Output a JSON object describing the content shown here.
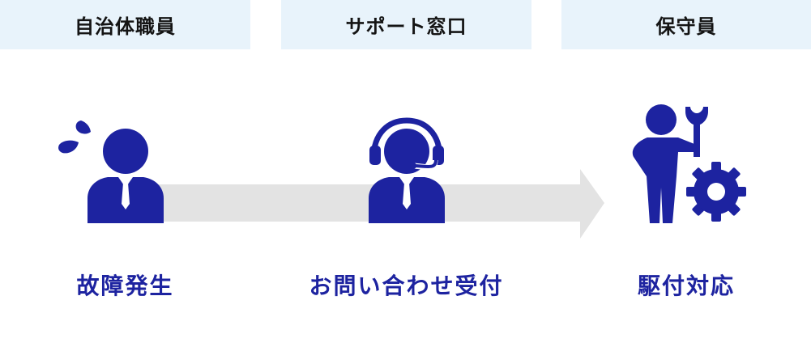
{
  "colors": {
    "header_bg": "#e8f3fb",
    "header_text": "#141414",
    "icon": "#1d23a0",
    "arrow": "#e3e3e3",
    "label_text": "#1d23a0"
  },
  "columns": [
    {
      "role": "自治体職員",
      "step": "故障発生",
      "icon": "worried-person-icon"
    },
    {
      "role": "サポート窓口",
      "step": "お問い合わせ受付",
      "icon": "headset-operator-icon"
    },
    {
      "role": "保守員",
      "step": "駆付対応",
      "icon": "maintenance-worker-icon"
    }
  ]
}
